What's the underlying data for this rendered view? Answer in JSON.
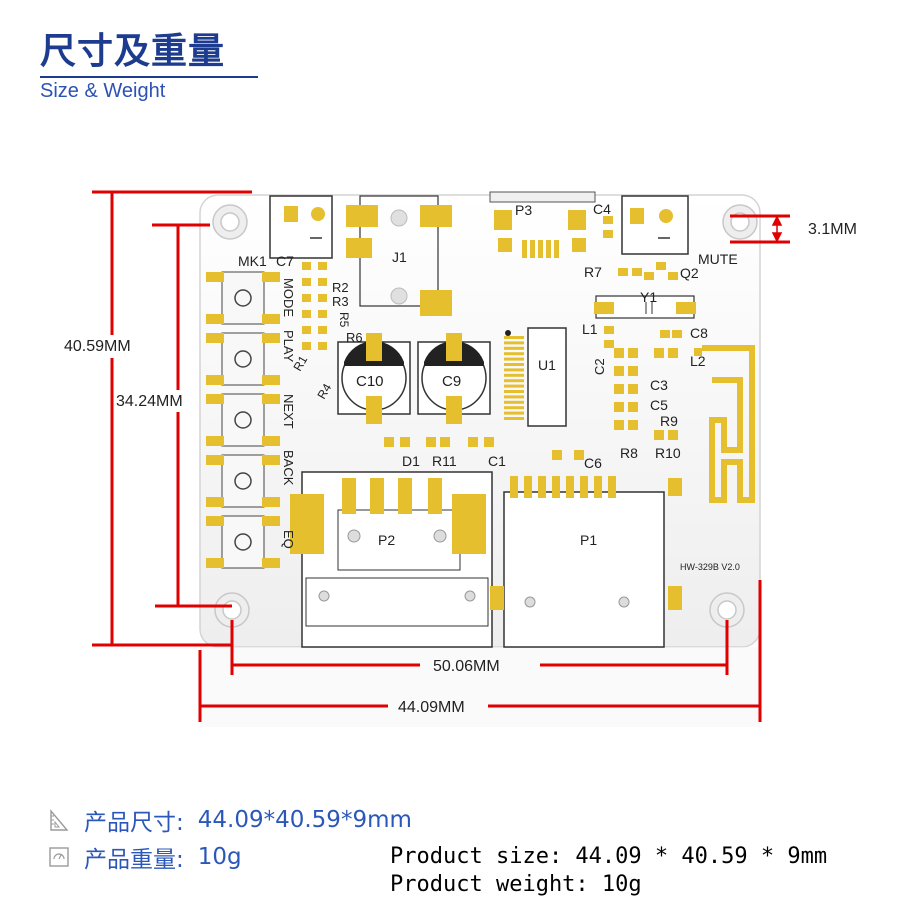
{
  "header": {
    "title": "尺寸及重量",
    "subtitle": "Size & Weight"
  },
  "dimensions": {
    "width_left": "40.59MM",
    "height_inner": "34.24MM",
    "hole": "3.1MM",
    "hole_span": "50.06MM",
    "total_width": "44.09MM"
  },
  "board": {
    "model": "HW-329B V2.0",
    "labels": {
      "mk1": "MK1",
      "c7": "C7",
      "j1": "J1",
      "p3": "P3",
      "c4": "C4",
      "mute": "MUTE",
      "r7": "R7",
      "q2": "Q2",
      "y1": "Y1",
      "c8": "C8",
      "l1": "L1",
      "l2": "L2",
      "r2": "R2",
      "r3": "R3",
      "r5": "R5",
      "r6": "R6",
      "r1": "R1",
      "r4": "R4",
      "c10": "C10",
      "c9": "C9",
      "u1": "U1",
      "c2": "C2",
      "c3": "C3",
      "c5": "C5",
      "r9": "R9",
      "r8": "R8",
      "r10": "R10",
      "d1": "D1",
      "r11": "R11",
      "c1": "C1",
      "c6": "C6",
      "p2": "P2",
      "p1": "P1",
      "mode": "MODE",
      "play": "PLAY",
      "next": "NEXT",
      "back": "BACK",
      "eq": "EQ"
    }
  },
  "specs": {
    "size_label": "产品尺寸:",
    "size_value": "44.09*40.59*9mm",
    "weight_label": "产品重量:",
    "weight_value": "10g",
    "size_en": "Product size: 44.09 * 40.59 * 9mm",
    "weight_en": "Product weight: 10g"
  },
  "icons": {
    "size": "ruler-triangle-icon",
    "weight": "scale-icon"
  },
  "colors": {
    "title": "#1d3c8f",
    "spec_text": "#2b58b8",
    "pad": "#e6bf2e",
    "dimension_line": "#e00000"
  }
}
